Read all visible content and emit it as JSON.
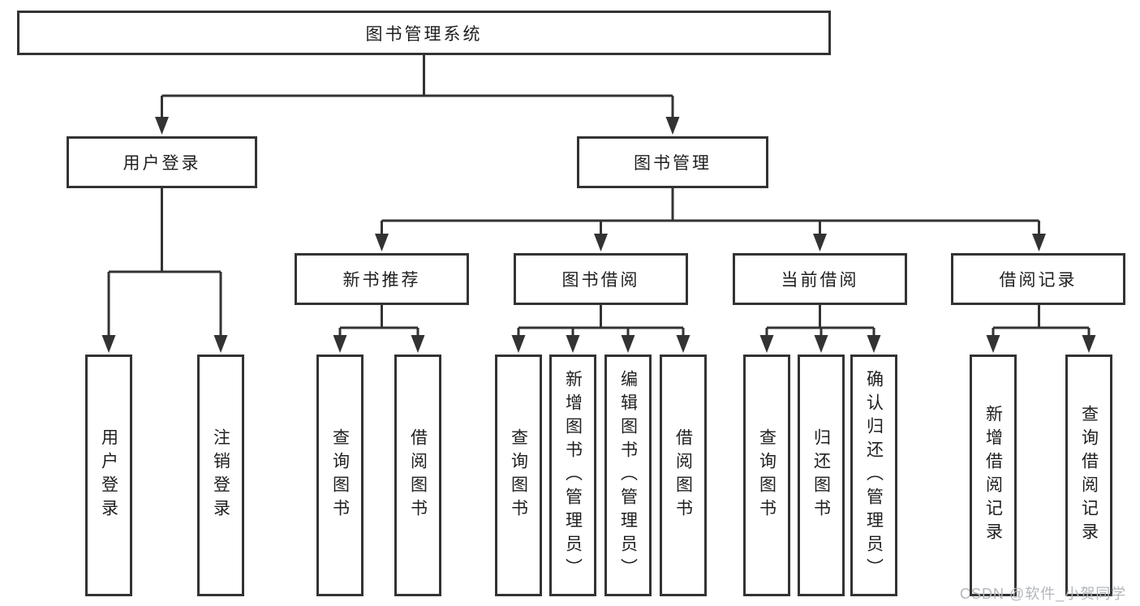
{
  "diagram_title": "图书管理系统",
  "tree": {
    "root": {
      "label": "图书管理系统"
    },
    "branches": [
      {
        "label": "用户登录",
        "children": [
          {
            "label": "用户登录"
          },
          {
            "label": "注销登录"
          }
        ]
      },
      {
        "label": "图书管理",
        "children": [
          {
            "label": "新书推荐",
            "children": [
              {
                "label": "查询图书"
              },
              {
                "label": "借阅图书"
              }
            ]
          },
          {
            "label": "图书借阅",
            "children": [
              {
                "label": "查询图书"
              },
              {
                "label": "新增图书（管理员）"
              },
              {
                "label": "编辑图书（管理员）"
              },
              {
                "label": "借阅图书"
              }
            ]
          },
          {
            "label": "当前借阅",
            "children": [
              {
                "label": "查询图书"
              },
              {
                "label": "归还图书"
              },
              {
                "label": "确认归还（管理员）"
              }
            ]
          },
          {
            "label": "借阅记录",
            "children": [
              {
                "label": "新增借阅记录"
              },
              {
                "label": "查询借阅记录"
              }
            ]
          }
        ]
      }
    ]
  },
  "watermark": "CSDN @软件_小贺同学",
  "colors": {
    "line": "#333333",
    "text": "#1f1f1f",
    "watermark": "#b2b6bc",
    "background": "#ffffff"
  }
}
